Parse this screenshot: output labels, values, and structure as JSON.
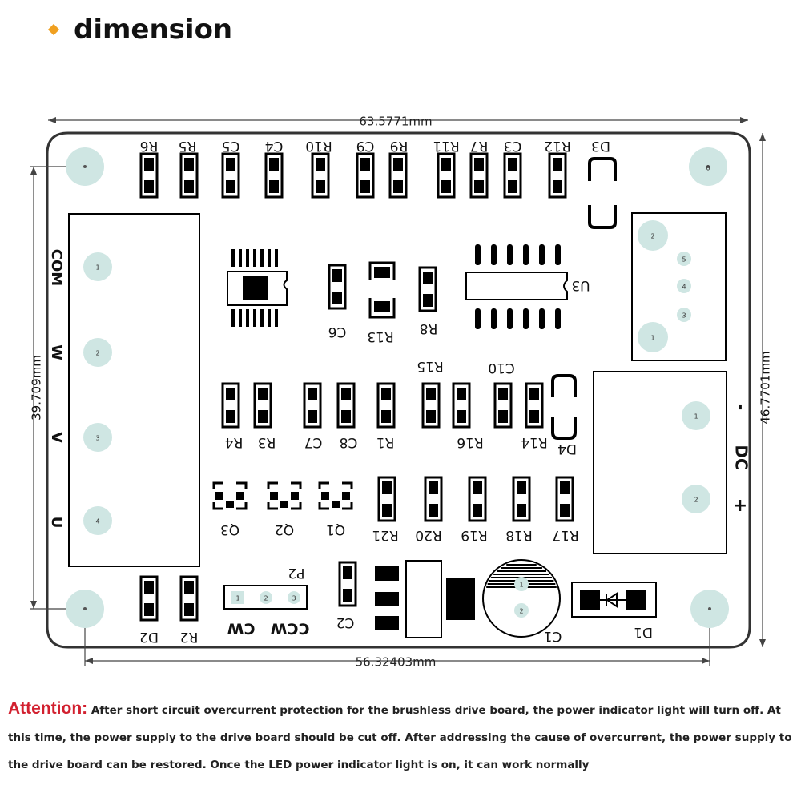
{
  "header": {
    "title": "dimension"
  },
  "dimensions": {
    "top_width": "63.5771mm",
    "bottom_width": "56.32403mm",
    "left_height": "39.709mm",
    "right_height": "46.7701mm"
  },
  "board": {
    "top_row_labels": [
      "R6",
      "R5",
      "C5",
      "C4",
      "R10",
      "C9",
      "R9",
      "R11",
      "R7",
      "C3",
      "R12",
      "D3"
    ],
    "motor_connector_labels": [
      "COM",
      "W",
      "V",
      "U"
    ],
    "motor_pins": [
      "1",
      "2",
      "3",
      "4"
    ],
    "hall_pins": [
      "2",
      "5",
      "4",
      "3",
      "1"
    ],
    "center_labels": [
      "C6",
      "R13",
      "R8",
      "U3"
    ],
    "mid_row_upper_labels": [
      "R15",
      "C10"
    ],
    "mid_row_lower_labels": [
      "R4",
      "R3",
      "C7",
      "C8",
      "R1",
      "R16",
      "R14",
      "D4"
    ],
    "transistor_labels": [
      "Q3",
      "Q2",
      "Q1"
    ],
    "bottom_resistor_labels": [
      "R21",
      "R20",
      "R19",
      "R18",
      "R17"
    ],
    "power_connector_label": "DC",
    "power_polarity": [
      "-",
      "+"
    ],
    "power_pins": [
      "1",
      "2"
    ],
    "mount_hole_label": "0",
    "p2": {
      "label": "P2",
      "pins": [
        "1",
        "2",
        "3"
      ],
      "ccw": "CCW",
      "cw": "CW"
    },
    "bottom_labels": [
      "D2",
      "R2",
      "C2",
      "C1",
      "D1"
    ],
    "capacitor_pins": [
      "1",
      "2"
    ]
  },
  "attention": {
    "label": "Attention:",
    "text": " After short circuit overcurrent protection for the brushless drive board, the power indicator light will turn off. At this time, the power supply to the drive board should be cut off. After addressing the cause of overcurrent, the power supply to the drive board can be restored. Once the LED power indicator light is on, it can work normally"
  },
  "colors": {
    "board_outline": "#333333",
    "pad_fill": "#cfe6e3",
    "attention": "#d2202f"
  }
}
